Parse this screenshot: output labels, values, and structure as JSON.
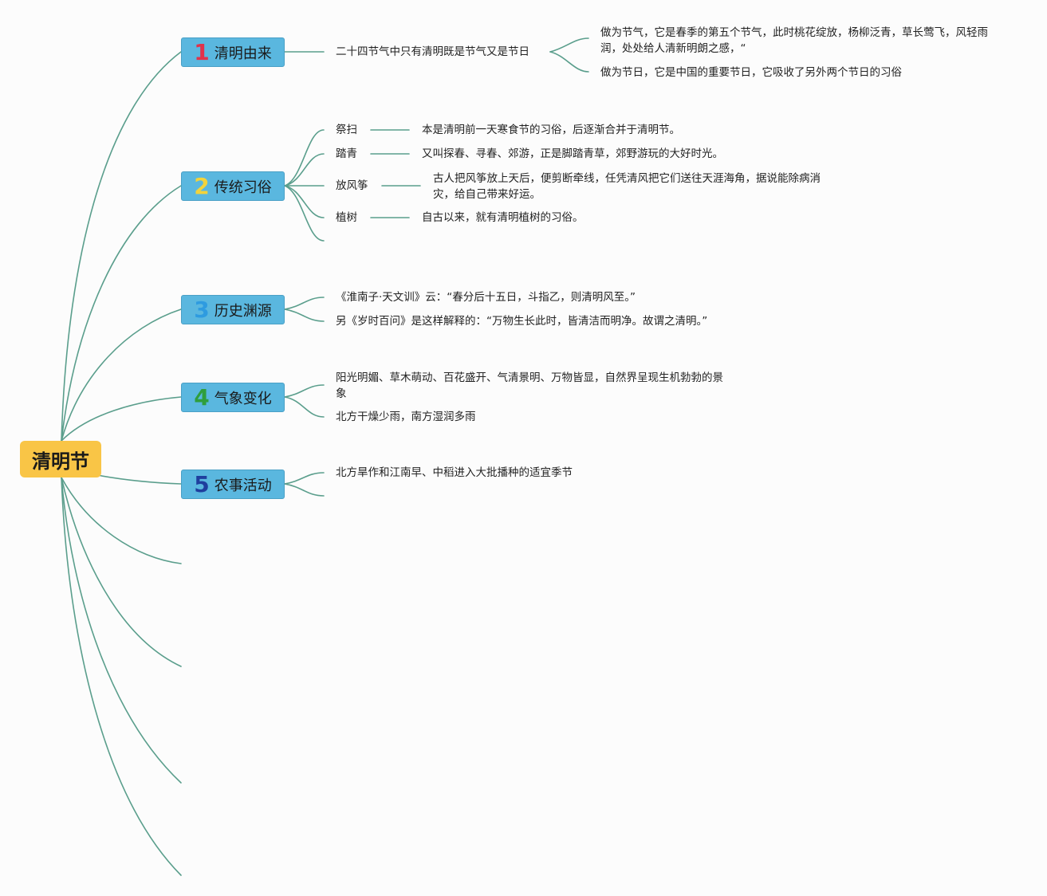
{
  "root": {
    "label": "清明节"
  },
  "colors": {
    "line": "#5a9e8c",
    "root_fill": "#f9c546",
    "topic_fill": "#5ab7df"
  },
  "topics": [
    {
      "num": "1",
      "num_color": "#e0324b",
      "label": "清明由来",
      "children": [
        {
          "text": "二十四节气中只有清明既是节气又是节日",
          "children": [
            {
              "text": "做为节气，它是春季的第五个节气，此时桃花绽放，杨柳泛青，草长莺飞，风轻雨润，处处给人清新明朗之感，“"
            },
            {
              "text": "做为节日，它是中国的重要节日，它吸收了另外两个节日的习俗"
            }
          ]
        }
      ]
    },
    {
      "num": "2",
      "num_color": "#f2d33c",
      "label": "传统习俗",
      "children": [
        {
          "text": "祭扫",
          "detail": "本是清明前一天寒食节的习俗，后逐渐合并于清明节。"
        },
        {
          "text": "踏青",
          "detail": "又叫探春、寻春、郊游，正是脚踏青草，郊野游玩的大好时光。"
        },
        {
          "text": "放风筝",
          "detail": "古人把风筝放上天后，便剪断牵线，任凭清风把它们送往天涯海角，据说能除病消灾，给自己带来好运。"
        },
        {
          "text": "植树",
          "detail": "自古以来，就有清明植树的习俗。"
        }
      ]
    },
    {
      "num": "3",
      "num_color": "#2e9be0",
      "label": "历史渊源",
      "children": [
        {
          "text": "《淮南子·天文训》云：“春分后十五日，斗指乙，则清明风至。”"
        },
        {
          "text": "另《岁时百问》是这样解释的：“万物生长此时，皆清洁而明净。故谓之清明。”"
        }
      ]
    },
    {
      "num": "4",
      "num_color": "#2f9e3c",
      "label": "气象变化",
      "children": [
        {
          "text": "阳光明媚、草木萌动、百花盛开、气清景明、万物皆显，自然界呈现生机勃勃的景象"
        },
        {
          "text": "北方干燥少雨，南方湿润多雨"
        }
      ]
    },
    {
      "num": "5",
      "num_color": "#1f3f9e",
      "label": "农事活动",
      "children": [
        {
          "text": "北方旱作和江南早、中稻进入大批播种的适宜季节"
        }
      ]
    }
  ]
}
